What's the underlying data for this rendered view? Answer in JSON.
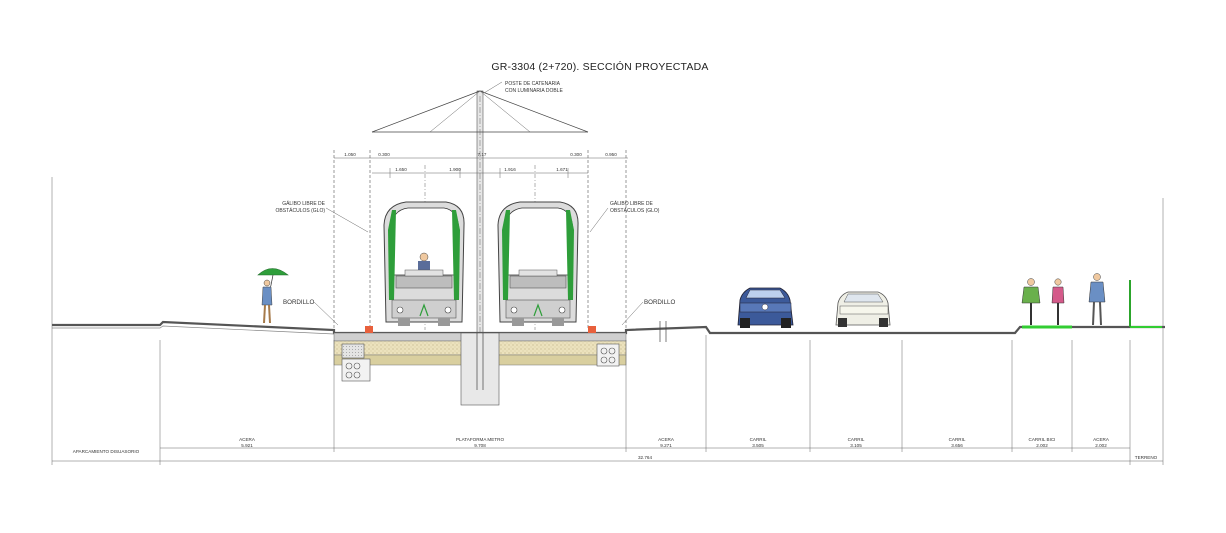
{
  "title": "GR-3304 (2+720). SECCIÓN PROYECTADA",
  "pole_label": [
    "POSTE DE CATENARIA",
    "CON LUMINARIA DOBLE"
  ],
  "glo_label_left": [
    "GÁLIBO LIBRE DE",
    "OBSTÁCULOS (GLO)"
  ],
  "glo_label_right": [
    "GÁLIBO LIBRE DE",
    "OBSTÁCULOS (GLO)"
  ],
  "curb_label_left": "BORDILLO",
  "curb_label_right": "BORDILLO",
  "top_dimensions": {
    "outer": [
      "1.050",
      "0.300",
      "0.300",
      "0.950"
    ],
    "inner": [
      "1.650",
      "1.900",
      "1.916",
      "1.671"
    ],
    "axis": "7.17"
  },
  "segments": [
    {
      "name": "APARCAMIENTO DISUASORIO",
      "value": ""
    },
    {
      "name": "ACERA",
      "value": "5.921"
    },
    {
      "name": "PLATAFORMA METRO",
      "value": "9.708"
    },
    {
      "name": "ACERA",
      "value": "9.271"
    },
    {
      "name": "CARRIL",
      "value": "3.505"
    },
    {
      "name": "CARRIL",
      "value": "3.105"
    },
    {
      "name": "CARRIL",
      "value": "3.656"
    },
    {
      "name": "CARRIL BICI",
      "value": "2.002"
    },
    {
      "name": "ACERA",
      "value": "2.002"
    }
  ],
  "total": "32.764",
  "terrain_label": "TERRENO",
  "colors": {
    "tram_body": "#d9d9d9",
    "tram_green": "#2e9e3a",
    "curb_red": "#e8603c",
    "bike_lane": "#32cd32",
    "fill_sand": "#e9dfb8",
    "car_blue": "#3c5a9a",
    "car_white": "#efefe6"
  }
}
